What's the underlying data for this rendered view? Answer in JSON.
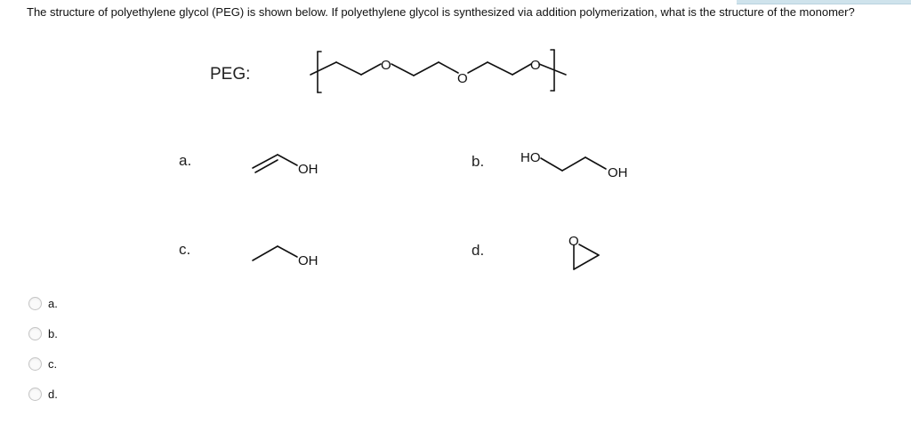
{
  "question": {
    "text": "The structure of polyethylene glycol (PEG) is shown below. If polyethylene glycol is synthesized via addition polymerization, what is the structure of the monomer?"
  },
  "figure": {
    "peg_label": "PEG:",
    "peg_atoms": [
      "O",
      "O",
      "O"
    ],
    "options": [
      {
        "label": "a.",
        "molecule": "vinyl alcohol",
        "text": [
          "OH"
        ]
      },
      {
        "label": "b.",
        "molecule": "ethylene glycol",
        "text": [
          "HO",
          "OH"
        ]
      },
      {
        "label": "c.",
        "molecule": "ethanol",
        "text": [
          "OH"
        ]
      },
      {
        "label": "d.",
        "molecule": "ethylene oxide",
        "text": [
          "O"
        ]
      }
    ]
  },
  "answers": [
    {
      "label": "a.",
      "selected": false
    },
    {
      "label": "b.",
      "selected": false
    },
    {
      "label": "c.",
      "selected": false
    },
    {
      "label": "d.",
      "selected": false
    }
  ]
}
